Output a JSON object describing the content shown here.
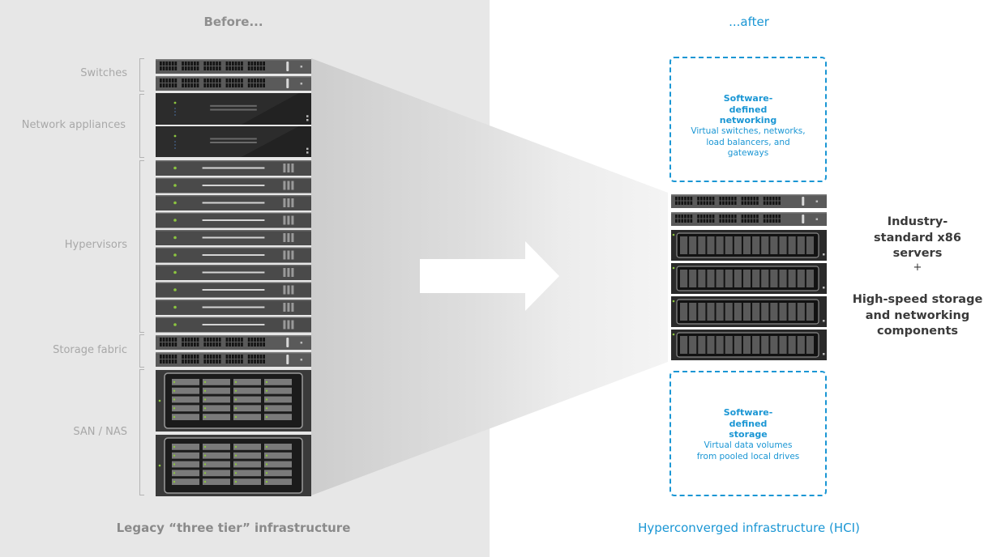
{
  "before": {
    "heading": "Before...",
    "caption": "Legacy “three tier” infrastructure",
    "tiers": [
      {
        "label": "Switches"
      },
      {
        "label": "Network appliances"
      },
      {
        "label": "Hypervisors"
      },
      {
        "label": "Storage fabric"
      },
      {
        "label": "SAN / NAS"
      }
    ]
  },
  "after": {
    "heading": "...after",
    "caption": "Hyperconverged infrastructure (HCI)",
    "networking": {
      "title": "Software-defined networking",
      "description": "Virtual switches, networks, load balancers, and gateways"
    },
    "storage": {
      "title": "Software-defined storage",
      "description": "Virtual data volumes from pooled local drives"
    },
    "servers_text": "Industry-standard x86 servers",
    "plus": "+",
    "components_text": "High-speed storage and networking components"
  },
  "colors": {
    "accent": "#1a96d4",
    "left_background": "#e7e7e7",
    "rack_dark": "#2a2a2a",
    "rack_mid": "#4e4e4e",
    "led_green": "#8cc63f"
  }
}
